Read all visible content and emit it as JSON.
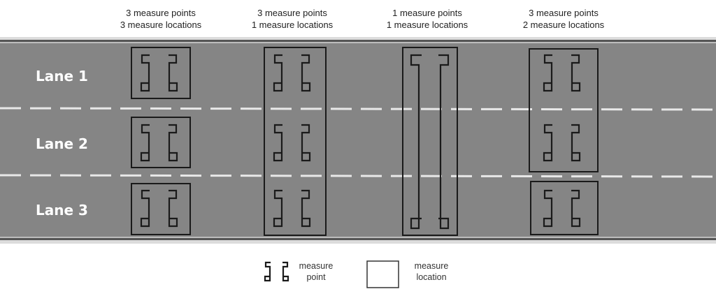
{
  "columns": [
    {
      "line1": "3 measure points",
      "line2": "3 measure locations"
    },
    {
      "line1": "3 measure points",
      "line2": "1 measure locations"
    },
    {
      "line1": "1 measure points",
      "line2": "1 measure locations"
    },
    {
      "line1": "3 measure points",
      "line2": "2 measure locations"
    }
  ],
  "lanes": [
    "Lane 1",
    "Lane 2",
    "Lane 3"
  ],
  "legend": {
    "point_line1": "measure",
    "point_line2": "point",
    "location_line1": "measure",
    "location_line2": "location"
  },
  "colors": {
    "road": "#858585",
    "road_edge": "#555555",
    "shoulder": "#dcdcdc",
    "dash": "#e8e8e8",
    "stroke": "#1a1a1a"
  }
}
